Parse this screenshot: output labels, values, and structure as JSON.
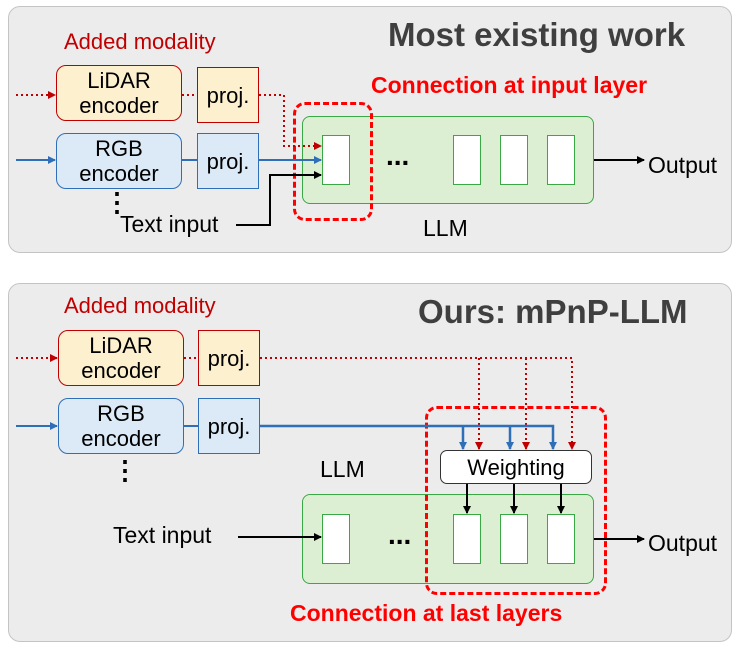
{
  "panels": [
    {
      "title": "Most existing work",
      "added_modality": "Added modality",
      "lidar_label": [
        "LiDAR",
        "encoder"
      ],
      "rgb_label": [
        "RGB",
        "encoder"
      ],
      "proj_label": "proj.",
      "connection_label": "Connection at input layer",
      "text_input": "Text input",
      "llm_label": "LLM",
      "output_label": "Output",
      "ellipsis": "...",
      "vertical_ellipsis": "⋮"
    },
    {
      "title": "Ours: mPnP-LLM",
      "added_modality": "Added modality",
      "lidar_label": [
        "LiDAR",
        "encoder"
      ],
      "rgb_label": [
        "RGB",
        "encoder"
      ],
      "proj_label": "proj.",
      "connection_label": "Connection at last layers",
      "weighting_label": "Weighting",
      "text_input": "Text input",
      "llm_label": "LLM",
      "output_label": "Output",
      "ellipsis": "...",
      "vertical_ellipsis": "⋮"
    }
  ],
  "colors": {
    "lidar_arrow": "#c00000",
    "rgb_arrow": "#2f6fb8",
    "dashed_highlight": "#ff0000",
    "llm_fill": "#dcefd3"
  }
}
